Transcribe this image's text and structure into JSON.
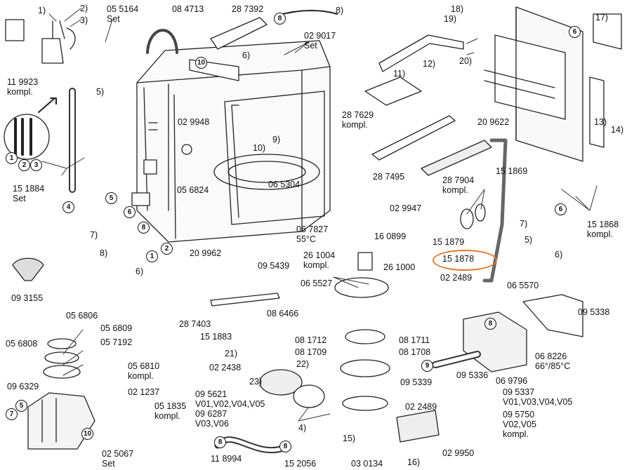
{
  "accent_color": "#e07a30",
  "labels": {
    "l_1a": "1)",
    "l_2a": "2)",
    "l_3a": "3)",
    "l_119923": "11 9923\nkompl.",
    "l_055164": "05 5164\nSet",
    "l_084713": "08 4713",
    "l_287392": "28 7392",
    "l_8a": "8)",
    "l_029017": "02 9017\nSet",
    "l_6a": "6)",
    "l_5a": "5)",
    "l_029948": "02 9948",
    "l_9a": "9)",
    "l_10a": "10)",
    "l_151884": "15 1884\nSet",
    "l_056824": "05 6824",
    "l_065304": "06 5304",
    "l_7a": "7)",
    "l_8b": "8)",
    "l_6b": "6)",
    "l_1b": "1)",
    "l_209962": "20 9962",
    "l_067827": "06 7827\n55°C",
    "l_095439": "09 5439",
    "l_093155": "09 3155",
    "l_18": "18)",
    "l_19": "19)",
    "l_17": "17)",
    "l_20": "20)",
    "l_11": "11)",
    "l_12": "12)",
    "l_287629": "28 7629\nkompl.",
    "l_209622": "20 9622",
    "l_13": "13)",
    "l_14": "14)",
    "l_287495": "28 7495",
    "l_287904": "28 7904\nkompl.",
    "l_151869": "15 1869",
    "l_029947": "02 9947",
    "l_151879": "15 1879",
    "l_151878": "15 1878",
    "l_7b": "7)",
    "l_151868": "15 1868\nkompl.",
    "l_5b": "5)",
    "l_6c": "6)",
    "l_160899": "16 0899",
    "l_261004": "26 1004\nkompl.",
    "l_261000": "26 1000",
    "l_065527": "06 5527",
    "l_022489a": "02 2489",
    "l_065570": "06 5570",
    "l_095338": "09 5338",
    "l_287403": "28 7403",
    "l_086466": "08 6466",
    "l_151883": "15 1883",
    "l_21": "21)",
    "l_081712": "08 1712",
    "l_081709": "08 1709",
    "l_081711": "08 1711",
    "l_081708": "08 1708",
    "l_068226": "06 8226\n66°/85°C",
    "l_069796": "06 9796",
    "l_022438": "02 2438",
    "l_22": "22)",
    "l_095336": "09 5336",
    "l_23": "23)",
    "l_095339": "09 5339",
    "l_095337": "09 5337\nV01,V03,V04,V05",
    "l_095750": "09 5750\nV02,V05\nkompl.",
    "l_056806": "05 6806",
    "l_056809": "05 6809",
    "l_056808": "05 6808",
    "l_057192": "05 7192",
    "l_056810": "05 6810\nkompl.",
    "l_096329": "09 6329",
    "l_021237": "02 1237",
    "l_095621": "09 5621\nV01,V02,V04,V05\n09 6287\nV03,V06",
    "l_022489b": "02 2489",
    "l_051835": "05 1835\nkompl.",
    "l_4a": "4)",
    "l_15a": "15)",
    "l_029950": "02 9950",
    "l_025067": "02 5067\nSet",
    "l_118994": "11 8994",
    "l_152056": "15 2056",
    "l_030134": "03 0134",
    "l_16": "16)"
  },
  "callouts": {
    "c1": "1",
    "c2": "2",
    "c3": "3",
    "c10": "10",
    "c8": "8",
    "c9": "9",
    "c4": "4",
    "c5": "5",
    "c6": "6",
    "c7": "7"
  }
}
